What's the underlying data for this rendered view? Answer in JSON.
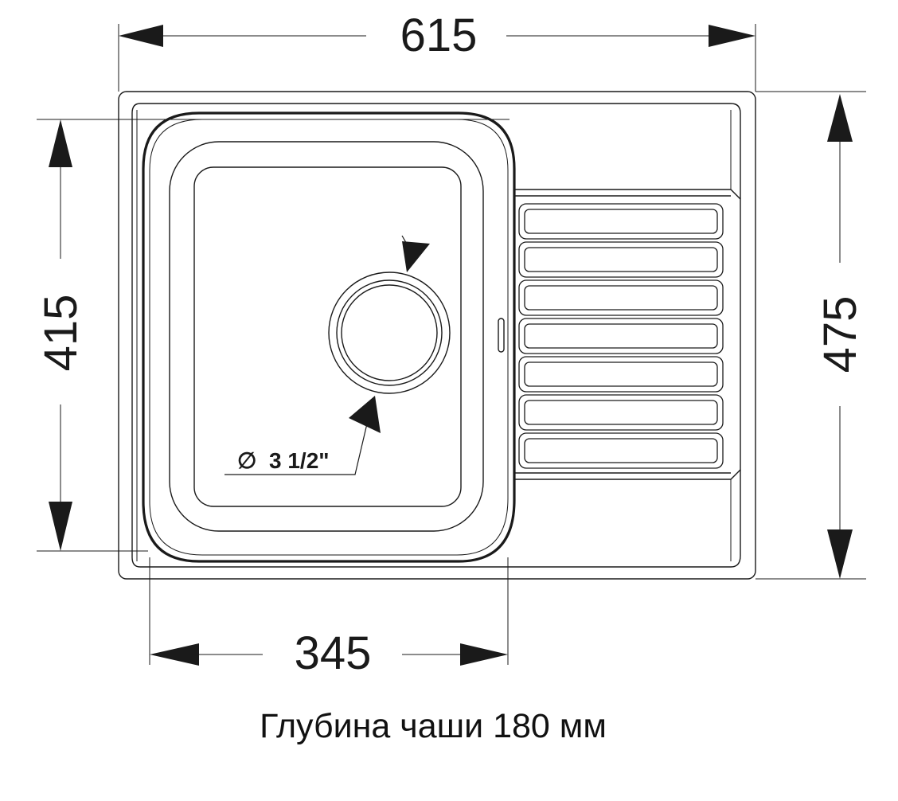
{
  "dimensions": {
    "total_width": "615",
    "total_height": "475",
    "bowl_height": "415",
    "bowl_width": "345"
  },
  "drain": {
    "symbol": "∅",
    "label": "3 1/2\""
  },
  "caption": "Глубина чаши 180 мм",
  "colors": {
    "line": "#1a1a1a",
    "background": "#ffffff"
  }
}
